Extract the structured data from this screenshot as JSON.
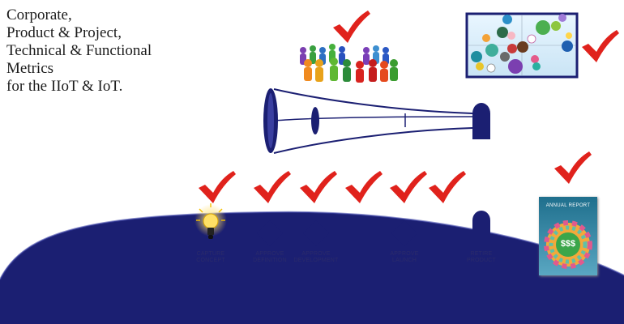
{
  "title_lines": [
    "Corporate,",
    "Product & Project,",
    "Technical & Functional",
    "Metrics",
    "for the IIoT & IoT."
  ],
  "stages": [
    {
      "line1": "CAPTURE",
      "line2": "CONCEPT"
    },
    {
      "line1": "APPROVE",
      "line2": "DEFINITION"
    },
    {
      "line1": "APPROVE",
      "line2": "DEVELOPMENT"
    },
    {
      "line1": "APPROVE",
      "line2": "LAUNCH"
    },
    {
      "line1": "RETIRE",
      "line2": "PRODUCT"
    }
  ],
  "report": {
    "title": "ANNUAL REPORT",
    "symbol": "$$$"
  },
  "colors": {
    "navy": "#1b1f72",
    "check": "#e0221c",
    "bulb": "#ffe066"
  },
  "icons": [
    "people-group-icon",
    "bubble-chart-icon",
    "funnel-icon",
    "lightbulb-icon",
    "annual-report-icon",
    "checkmark-icon"
  ]
}
